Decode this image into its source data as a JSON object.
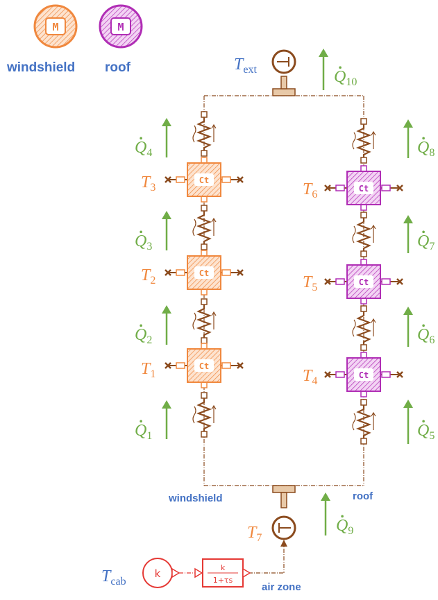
{
  "colors": {
    "orange": "#f0883e",
    "orange_fill": "#fbd3b2",
    "purple": "#b02eb5",
    "purple_fill": "#ecbdee",
    "brown": "#8b4b1e",
    "green": "#70ad47",
    "blue": "#4472c4",
    "red": "#e53935"
  },
  "legend": [
    {
      "letter": "M",
      "label": "windshield"
    },
    {
      "letter": "M",
      "label": "roof"
    }
  ],
  "block_labels": {
    "ct": "Ct",
    "gain_k": "k",
    "tf_num": "k",
    "tf_den": "1+τs"
  },
  "bottom_labels": {
    "windshield": "windshield",
    "roof": "roof",
    "air_zone": "air zone"
  },
  "temperatures": {
    "T1": {
      "base": "T",
      "sub": "1"
    },
    "T2": {
      "base": "T",
      "sub": "2"
    },
    "T3": {
      "base": "T",
      "sub": "3"
    },
    "T4": {
      "base": "T",
      "sub": "4"
    },
    "T5": {
      "base": "T",
      "sub": "5"
    },
    "T6": {
      "base": "T",
      "sub": "6"
    },
    "T7": {
      "base": "T",
      "sub": "7"
    },
    "Text": {
      "base": "T",
      "sub": "ext"
    },
    "Tcab": {
      "base": "T",
      "sub": "cab"
    }
  },
  "heat_flows": {
    "Q1": {
      "base": "Q",
      "sub": "1"
    },
    "Q2": {
      "base": "Q",
      "sub": "2"
    },
    "Q3": {
      "base": "Q",
      "sub": "3"
    },
    "Q4": {
      "base": "Q",
      "sub": "4"
    },
    "Q5": {
      "base": "Q",
      "sub": "5"
    },
    "Q6": {
      "base": "Q",
      "sub": "6"
    },
    "Q7": {
      "base": "Q",
      "sub": "7"
    },
    "Q8": {
      "base": "Q",
      "sub": "8"
    },
    "Q9": {
      "base": "Q",
      "sub": "9"
    },
    "Q10": {
      "base": "Q",
      "sub": "10"
    }
  }
}
